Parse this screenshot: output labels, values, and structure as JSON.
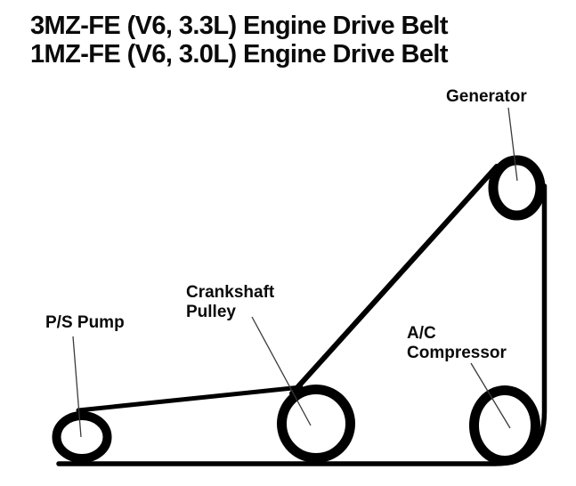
{
  "title": {
    "line1": "3MZ-FE (V6, 3.3L) Engine Drive Belt",
    "line2": "1MZ-FE (V6, 3.0L) Engine Drive Belt"
  },
  "labels": {
    "generator": "Generator",
    "crankshaft": [
      "Crankshaft",
      "Pulley"
    ],
    "ps_pump": "P/S Pump",
    "ac_compressor": [
      "A/C",
      "Compressor"
    ]
  },
  "colors": {
    "background": "#ffffff",
    "line": "#000000",
    "leader": "#3a3a3a",
    "text": "#0a0a0a"
  }
}
